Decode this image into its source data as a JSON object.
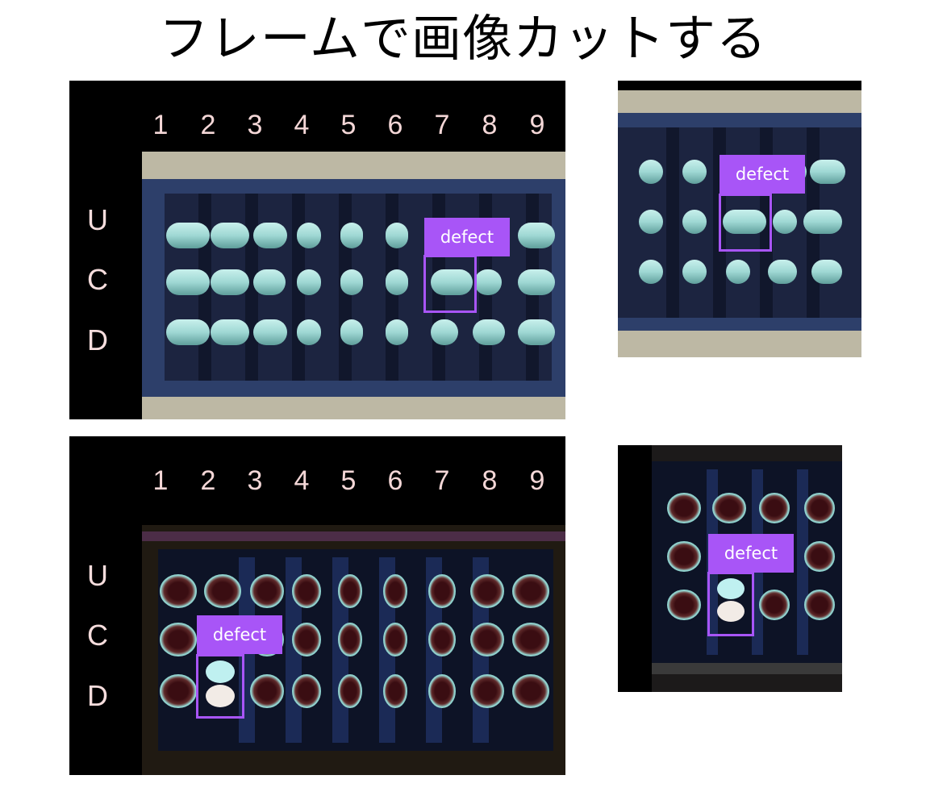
{
  "title": "フレームで画像カットする",
  "columns": [
    "1",
    "2",
    "3",
    "4",
    "5",
    "6",
    "7",
    "8",
    "9"
  ],
  "rows": [
    "U",
    "C",
    "D"
  ],
  "detection_label": "defect",
  "colors": {
    "detection": "#a855f7",
    "label_text": "#f4d7d7",
    "cylinder": "#9fd8d4",
    "tray_blue": "#2d3f6a"
  }
}
